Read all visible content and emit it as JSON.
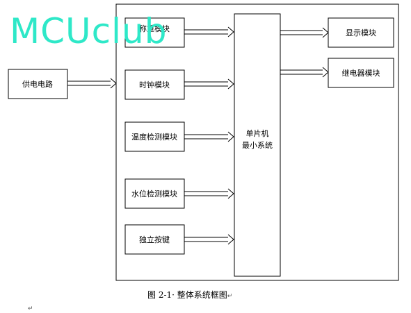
{
  "blocks": {
    "power": "供电电路",
    "weighing": "称重模块",
    "clock": "时钟模块",
    "temperature": "温度检测模块",
    "water_level": "水位检测模块",
    "keys": "独立按键",
    "mcu_line1": "单片机",
    "mcu_line2": "最小系统",
    "display": "显示模块",
    "relay": "继电器模块"
  },
  "caption": "图 2-1· 整体系统框图",
  "watermark": "MCUclub",
  "colors": {
    "stroke": "#000000",
    "watermark": "#2ee8c8"
  }
}
